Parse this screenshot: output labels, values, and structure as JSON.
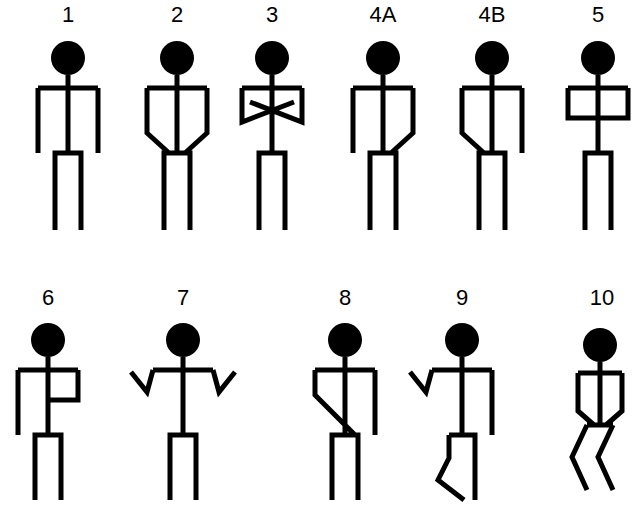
{
  "diagram": {
    "labels": [
      "1",
      "2",
      "3",
      "4A",
      "4B",
      "5",
      "6",
      "7",
      "8",
      "9",
      "10"
    ]
  }
}
